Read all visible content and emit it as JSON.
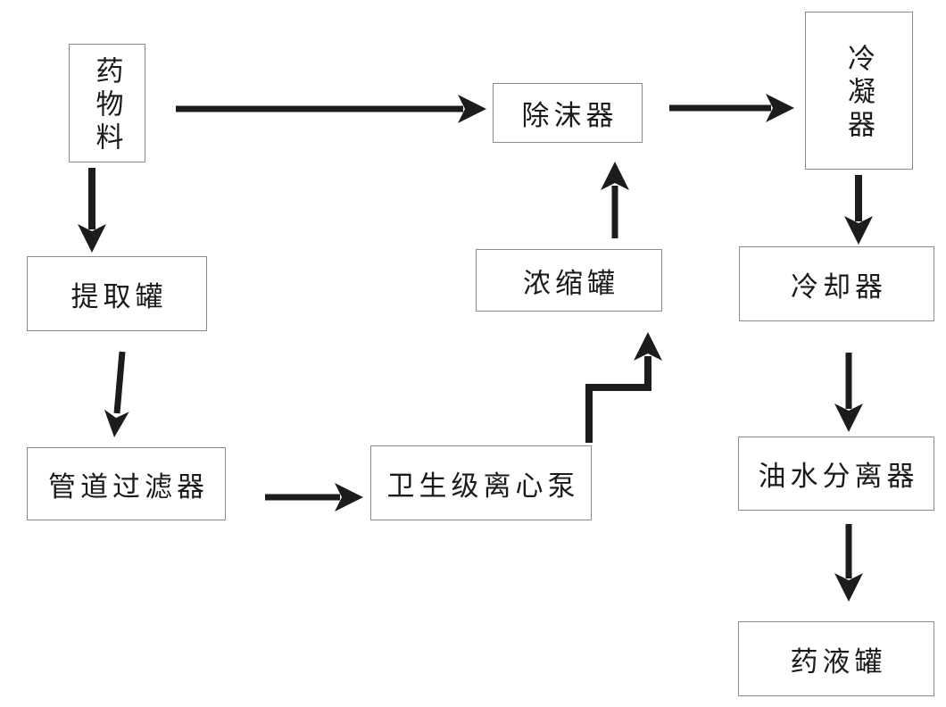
{
  "diagram": {
    "type": "process-flowchart",
    "language": "zh",
    "nodes": [
      {
        "id": "drug-material",
        "label": "药物料",
        "orientation": "vertical"
      },
      {
        "id": "demister",
        "label": "除沫器",
        "orientation": "horizontal"
      },
      {
        "id": "condenser",
        "label": "冷凝器",
        "orientation": "vertical"
      },
      {
        "id": "extraction-tank",
        "label": "提取罐",
        "orientation": "horizontal"
      },
      {
        "id": "concentration-tank",
        "label": "浓缩罐",
        "orientation": "horizontal"
      },
      {
        "id": "cooler",
        "label": "冷却器",
        "orientation": "horizontal"
      },
      {
        "id": "pipeline-filter",
        "label": "管道过滤器",
        "orientation": "horizontal"
      },
      {
        "id": "sanitary-centrifugal-pump",
        "label": "卫生级离心泵",
        "orientation": "horizontal"
      },
      {
        "id": "oil-water-separator",
        "label": "油水分离器",
        "orientation": "horizontal"
      },
      {
        "id": "medicine-liquid-tank",
        "label": "药液罐",
        "orientation": "horizontal"
      }
    ],
    "edges": [
      {
        "from": "drug-material",
        "to": "demister",
        "shape": "straight-horizontal"
      },
      {
        "from": "drug-material",
        "to": "extraction-tank",
        "shape": "straight-vertical"
      },
      {
        "from": "extraction-tank",
        "to": "pipeline-filter",
        "shape": "straight-vertical"
      },
      {
        "from": "pipeline-filter",
        "to": "sanitary-centrifugal-pump",
        "shape": "straight-horizontal"
      },
      {
        "from": "sanitary-centrifugal-pump",
        "to": "concentration-tank",
        "shape": "step-up-right-up"
      },
      {
        "from": "concentration-tank",
        "to": "demister",
        "shape": "straight-vertical-up"
      },
      {
        "from": "demister",
        "to": "condenser",
        "shape": "straight-horizontal"
      },
      {
        "from": "condenser",
        "to": "cooler",
        "shape": "straight-vertical"
      },
      {
        "from": "cooler",
        "to": "oil-water-separator",
        "shape": "straight-vertical"
      },
      {
        "from": "oil-water-separator",
        "to": "medicine-liquid-tank",
        "shape": "straight-vertical"
      }
    ],
    "colors": {
      "background": "#ffffff",
      "box_border": "#8a8a8a",
      "box_fill": "#ffffff",
      "text": "#1a1a1a",
      "arrow": "#1c1c1c"
    }
  }
}
